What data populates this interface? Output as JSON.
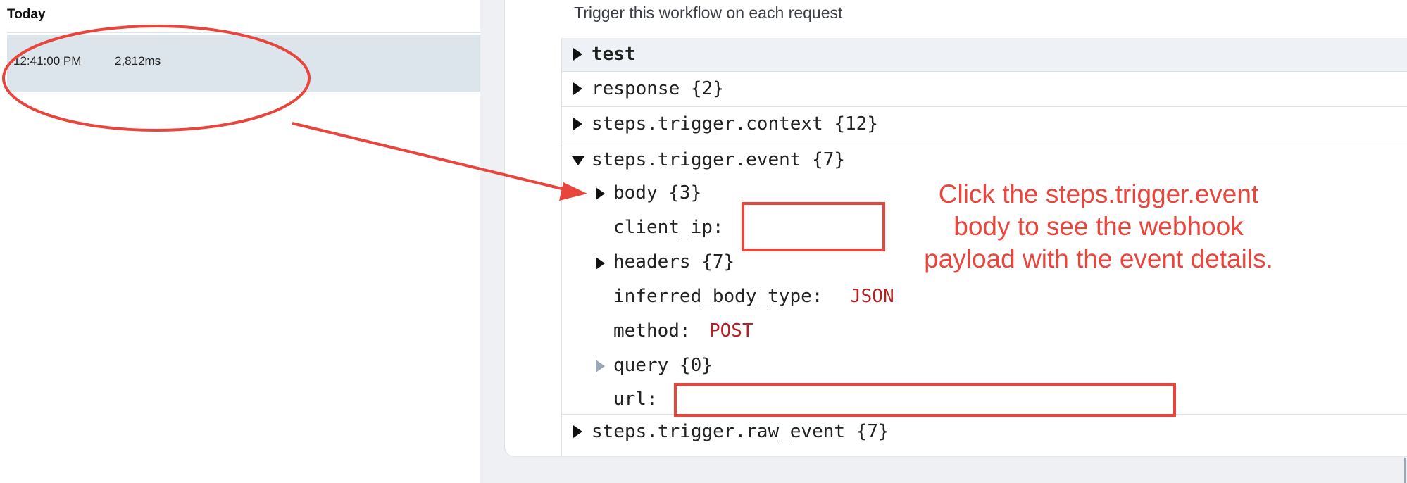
{
  "history": {
    "section_label": "Today",
    "entries": [
      {
        "time": "12:41:00 PM",
        "duration": "2,812ms"
      }
    ]
  },
  "inspector": {
    "trigger_description": "Trigger this workflow on each request",
    "rows": {
      "test": "test",
      "response": "response {2}",
      "context": "steps.trigger.context {12}",
      "event": "steps.trigger.event {7}",
      "raw_event": "steps.trigger.raw_event {7}"
    },
    "event_fields": {
      "body": "body {3}",
      "client_ip_key": "client_ip:",
      "client_ip_value": "",
      "headers": "headers {7}",
      "inferred_body_type_key": "inferred_body_type:",
      "inferred_body_type_value": "JSON",
      "method_key": "method:",
      "method_value": "POST",
      "query": "query {0}",
      "url_key": "url:",
      "url_value": ""
    }
  },
  "annotation": {
    "callout_lines": [
      "Click the steps.trigger.event",
      "body to see the webhook",
      "payload with the event details."
    ],
    "color": "#e8453c"
  },
  "colors": {
    "selected_row": "#dde5ec",
    "value_red": "#b22222",
    "panel_bg": "#eef0f3"
  }
}
